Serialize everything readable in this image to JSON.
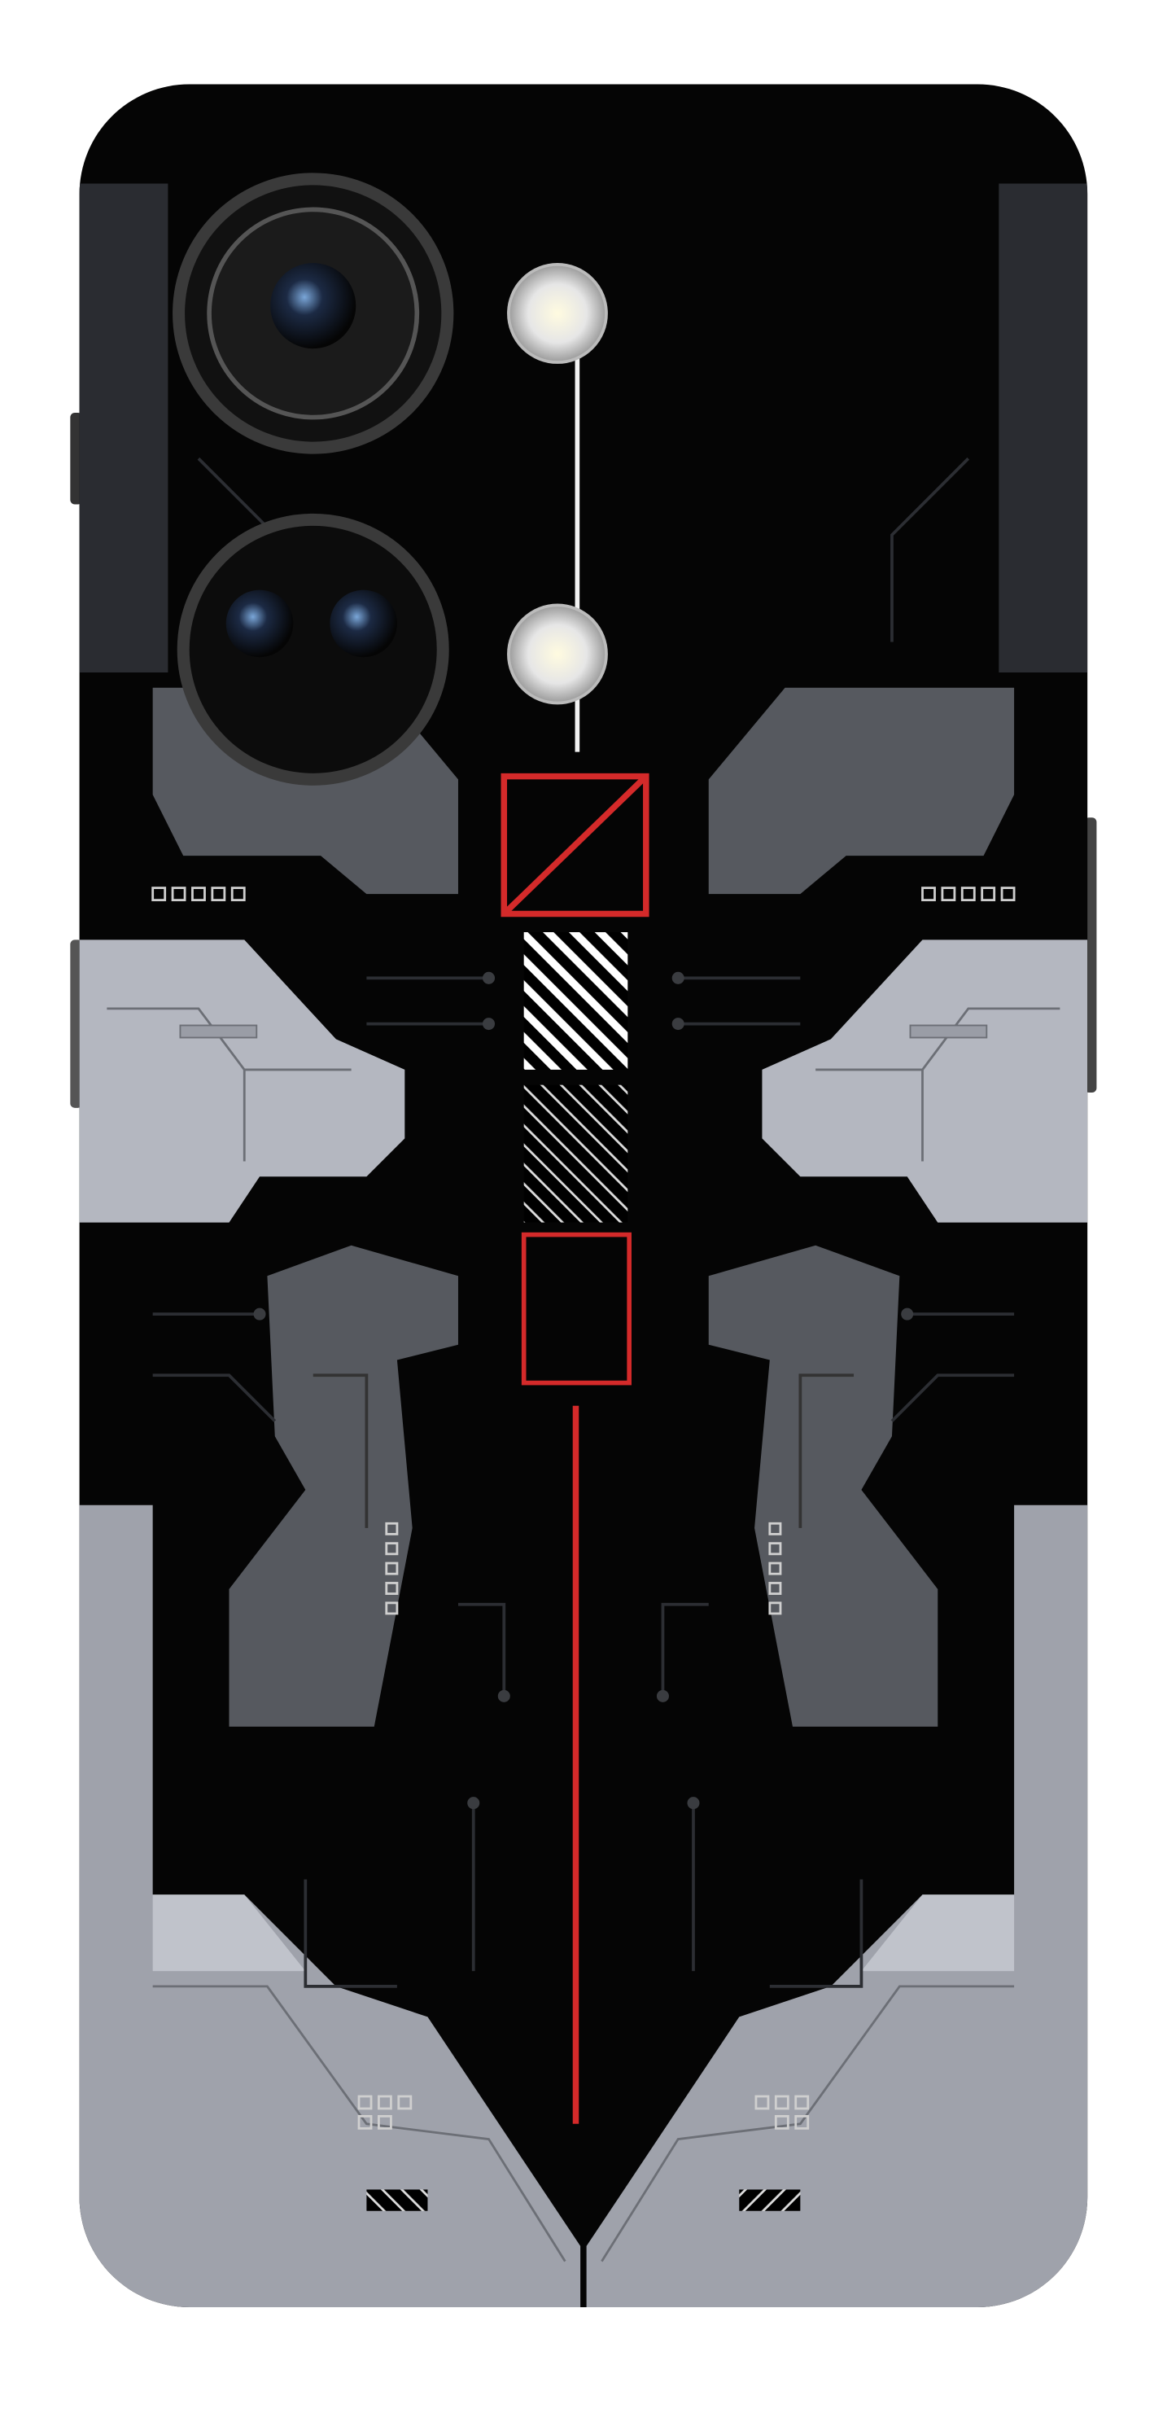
{
  "product": {
    "type": "phone-back-case",
    "colors": {
      "body": "#050505",
      "armor_light": "#b4b7c0",
      "armor_dark": "#56595f",
      "accent_red": "#d42a2a",
      "circuit_lines": "#2a2c30",
      "camera_ring": "#2b2b2b",
      "flash": "#e9e9e9"
    },
    "icons": [
      "main-camera-lens",
      "secondary-camera-lens",
      "flash-light",
      "red-diagonal-square",
      "hatched-square",
      "red-outline-square"
    ]
  }
}
